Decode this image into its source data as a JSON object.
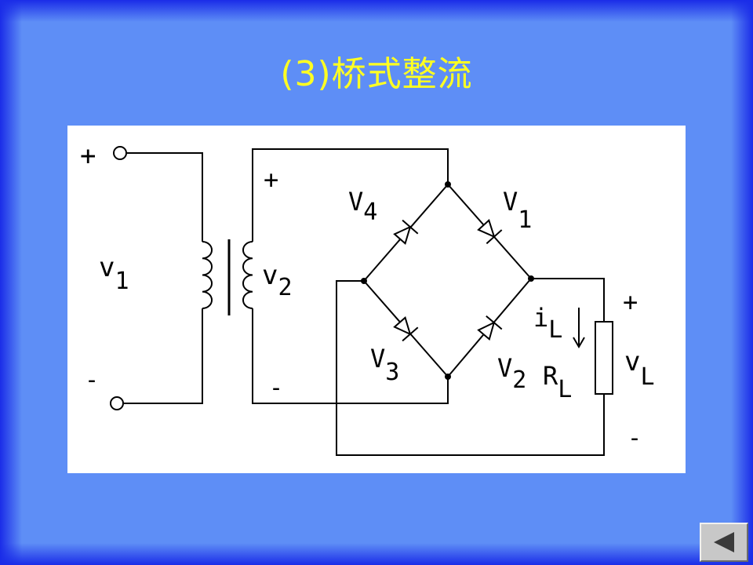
{
  "slide": {
    "title": "(3)桥式整流"
  },
  "diagram": {
    "input_plus": "+",
    "input_minus": "-",
    "v1_base": "v",
    "v1_sub": "1",
    "v2_base": "v",
    "v2_sub": "2",
    "secondary_plus": "+",
    "secondary_minus": "-",
    "d1_base": "V",
    "d1_sub": "1",
    "d2_base": "V",
    "d2_sub": "2",
    "d3_base": "V",
    "d3_sub": "3",
    "d4_base": "V",
    "d4_sub": "4",
    "iL_base": "i",
    "iL_sub": "L",
    "RL_base": "R",
    "RL_sub": "L",
    "vL_base": "v",
    "vL_sub": "L",
    "load_plus": "+",
    "load_minus": "-"
  },
  "nav": {
    "back_icon": "triangle-left-icon"
  }
}
